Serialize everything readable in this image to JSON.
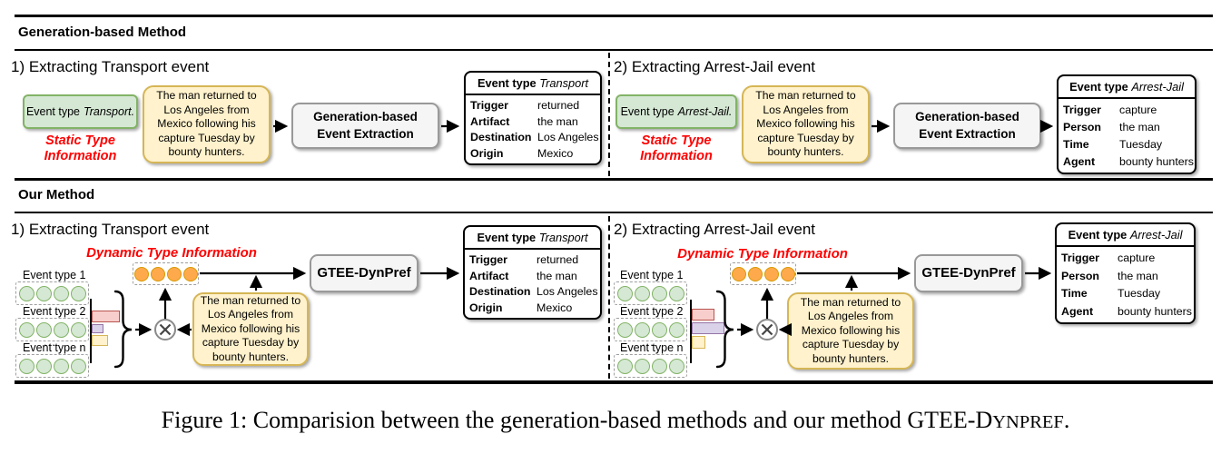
{
  "colors": {
    "prompt_green_fill": "#D5E8D4",
    "prompt_green_stroke": "#82B366",
    "context_yellow_fill": "#FFF2CC",
    "context_yellow_stroke": "#D6B656",
    "model_gray_fill": "#F5F5F5",
    "model_gray_stroke": "#999999",
    "dynamic_orange_fill": "#FFA94D",
    "dynamic_orange_stroke": "#D79B00",
    "bar_pink_fill": "#F8CECC",
    "bar_pink_stroke": "#B85450",
    "bar_purple_fill": "#D9D2E9",
    "bar_purple_stroke": "#9673A6",
    "bar_yellow_fill": "#FFF2CC",
    "bar_yellow_stroke": "#D6B656",
    "highlight_red_text": "#FF0000"
  },
  "sections": {
    "generation": {
      "header": "Generation-based Method",
      "panels": [
        {
          "title": "1) Extracting Transport event",
          "prompt_prefix": "Event type",
          "prompt_type": "Transport.",
          "static_1": "Static Type",
          "static_2": "Information",
          "context": "The man returned to Los Angeles from Mexico following his capture Tuesday by bounty hunters.",
          "model_1": "Generation-based",
          "model_2": "Event Extraction",
          "table": {
            "head_label": "Event type",
            "head_type": "Transport",
            "rows": [
              [
                "Trigger",
                "returned"
              ],
              [
                "Artifact",
                "the man"
              ],
              [
                "Destination",
                "Los Angeles"
              ],
              [
                "Origin",
                "Mexico"
              ]
            ]
          }
        },
        {
          "title": "2) Extracting Arrest-Jail event",
          "prompt_prefix": "Event type",
          "prompt_type": "Arrest-Jail.",
          "static_1": "Static Type",
          "static_2": "Information",
          "context": "The man returned to Los Angeles from Mexico following his capture Tuesday by bounty hunters.",
          "model_1": "Generation-based",
          "model_2": "Event Extraction",
          "table": {
            "head_label": "Event type",
            "head_type": "Arrest-Jail",
            "rows": [
              [
                "Trigger",
                "capture"
              ],
              [
                "Person",
                "the man"
              ],
              [
                "Time",
                "Tuesday"
              ],
              [
                "Agent",
                "bounty hunters"
              ]
            ]
          }
        }
      ]
    },
    "ours": {
      "header": "Our Method",
      "panels": [
        {
          "title": "1) Extracting Transport event",
          "dynamic_label": "Dynamic Type Information",
          "type_labels": [
            "Event type 1",
            "Event type 2",
            "Event type n"
          ],
          "dots": "...",
          "context": "The man returned to Los Angeles from Mexico following his capture Tuesday by bounty hunters.",
          "model": "GTEE-DynPref",
          "score_bars": [
            {
              "color": "pink",
              "relative_width": 31
            },
            {
              "color": "purple",
              "relative_width": 13
            },
            {
              "color": "yellow",
              "relative_width": 18
            }
          ],
          "table": {
            "head_label": "Event type",
            "head_type": "Transport",
            "rows": [
              [
                "Trigger",
                "returned"
              ],
              [
                "Artifact",
                "the man"
              ],
              [
                "Destination",
                "Los Angeles"
              ],
              [
                "Origin",
                "Mexico"
              ]
            ]
          }
        },
        {
          "title": "2) Extracting Arrest-Jail event",
          "dynamic_label": "Dynamic Type Information",
          "type_labels": [
            "Event type 1",
            "Event type 2",
            "Event type n"
          ],
          "dots": "...",
          "context": "The man returned to Los Angeles from Mexico following his capture Tuesday by bounty hunters.",
          "model": "GTEE-DynPref",
          "score_bars": [
            {
              "color": "pink",
              "relative_width": 25
            },
            {
              "color": "purple",
              "relative_width": 36
            },
            {
              "color": "yellow",
              "relative_width": 15
            }
          ],
          "table": {
            "head_label": "Event type",
            "head_type": "Arrest-Jail",
            "rows": [
              [
                "Trigger",
                "capture"
              ],
              [
                "Person",
                "the man"
              ],
              [
                "Time",
                "Tuesday"
              ],
              [
                "Agent",
                "bounty hunters"
              ]
            ]
          }
        }
      ]
    }
  },
  "caption": {
    "text_main": "Figure 1: Comparision between the generation-based methods and our method ",
    "method_prefix": "GTEE-D",
    "method_smallcaps": "YNPREF",
    "tail": "."
  }
}
